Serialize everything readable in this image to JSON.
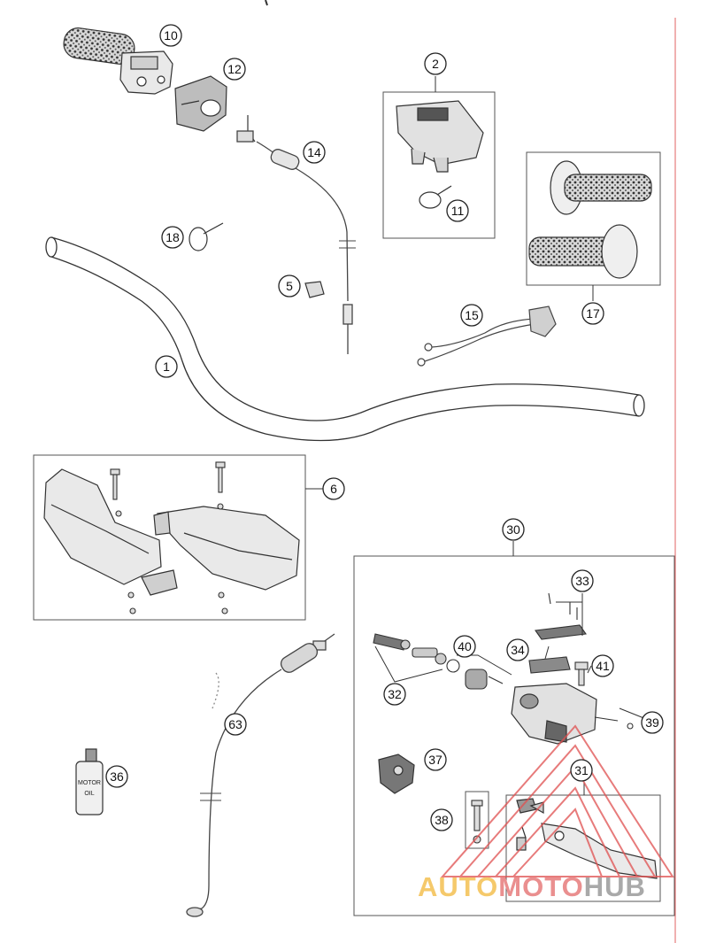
{
  "callouts": [
    "10",
    "12",
    "14",
    "2",
    "11",
    "17",
    "18",
    "5",
    "15",
    "1",
    "6",
    "30",
    "33",
    "40",
    "34",
    "41",
    "32",
    "39",
    "63",
    "37",
    "31",
    "36",
    "38"
  ],
  "watermark": {
    "part1": "AUTO",
    "part2": "MOTO",
    "part3": "HUB"
  },
  "bottle_label": [
    "MOTOR",
    "OIL"
  ],
  "colors": {
    "line": "#333333",
    "frame": "#555555",
    "guide": "#e06060",
    "wm_red": "#e05050"
  }
}
